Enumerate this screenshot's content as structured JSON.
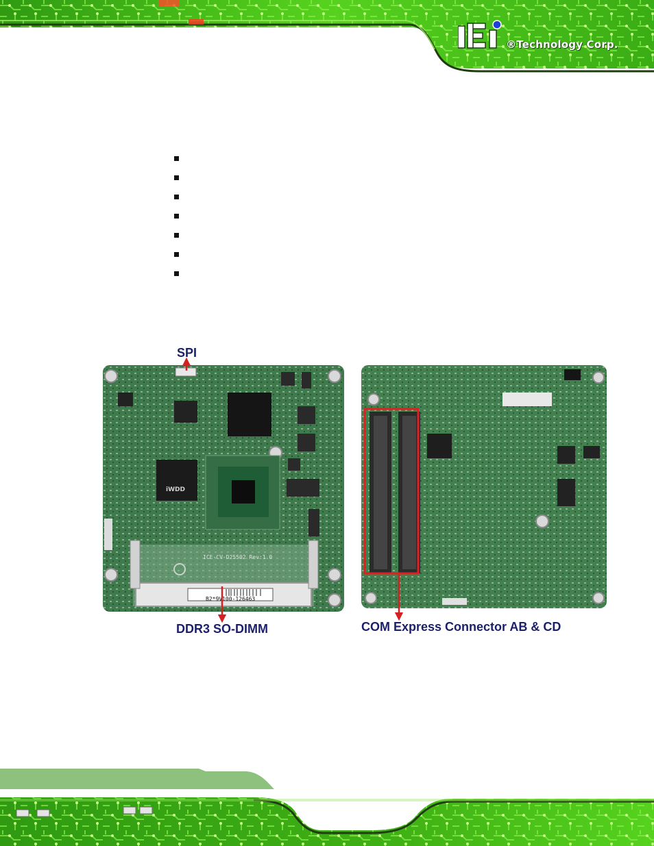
{
  "brand": {
    "logo_text": "iEi",
    "tagline": "®Technology Corp."
  },
  "bullet_list": {
    "count": 7
  },
  "figure": {
    "labels": {
      "spi": "SPI",
      "ddr3": "DDR3 SO-DIMM",
      "com_express": "COM Express Connector AB & CD"
    },
    "board_front_text": {
      "silkscreen": "ICE-CV-D25502 Rev:1.0",
      "barcode_label": "B2*9V100-126463",
      "chip_label": "iWDD"
    }
  },
  "colors": {
    "callout_text": "#1c1f6b",
    "arrow_red": "#d42020",
    "pcb_green": "#3f7a4c",
    "banner_green": "#46c018"
  }
}
